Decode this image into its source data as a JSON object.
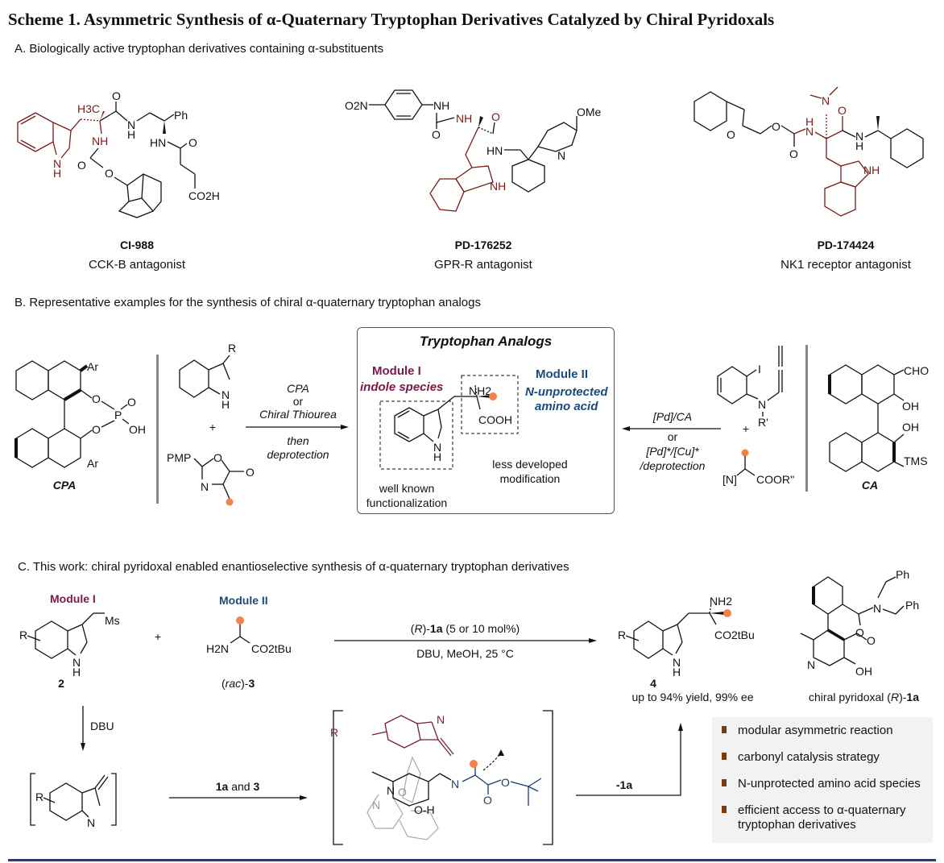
{
  "title": "Scheme 1. Asymmetric Synthesis of α-Quaternary Tryptophan Derivatives Catalyzed by Chiral Pyridoxals",
  "sections": {
    "A": {
      "heading": "A. Biologically active  tryptophan derivatives containing α-substituents",
      "compounds": [
        {
          "name": "CI-988",
          "description": "CCK-B antagonist",
          "atoms": {
            "h3c": "H3C",
            "o1": "O",
            "nh": "NH",
            "n_amide": "N",
            "h_amide": "H",
            "ph": "Ph",
            "hn": "HN",
            "o2": "O",
            "o3": "O",
            "o4": "O",
            "co2h": "CO2H",
            "indole_n": "N",
            "indole_h": "H"
          }
        },
        {
          "name": "PD-176252",
          "description": "GPR-R antagonist",
          "atoms": {
            "o2n": "O2N",
            "nh1": "NH",
            "nh2": "NH",
            "o1": "O",
            "o2": "O",
            "hn": "HN",
            "ome": "OMe",
            "n_pyr": "N",
            "indole_nh": "NH"
          }
        },
        {
          "name": "PD-174424",
          "description": "NK1 receptor antagonist",
          "atoms": {
            "nme2": "N",
            "h": "H",
            "n": "N",
            "o1": "O",
            "o2": "O",
            "o3": "O",
            "nh_amide": "N",
            "h_amide": "H",
            "o_furan": "O",
            "indole_nh": "NH"
          }
        }
      ]
    },
    "B": {
      "heading": "B. Representative examples for the synthesis of chiral α-quaternary tryptophan analogs",
      "cpa": {
        "label": "CPA",
        "ar_top": "Ar",
        "ar_bottom": "Ar",
        "o1": "O",
        "o2": "O",
        "p": "P",
        "o_dbl": "O",
        "oh": "OH"
      },
      "left_reagents": {
        "r": "R",
        "n": "N",
        "h": "H",
        "plus": "+",
        "pmp": "PMP",
        "o_ring": "O",
        "n_ring": "N",
        "o_keto": "O"
      },
      "left_arrow": {
        "above_1": "CPA",
        "above_2": "or",
        "above_3": "Chiral Thiourea",
        "below_1": "then",
        "below_2": "deprotection"
      },
      "box": {
        "title": "Tryptophan Analogs",
        "module1_title": "Module I",
        "module1_sub": "indole species",
        "module2_title": "Module II",
        "module2_sub1": "N-unprotected",
        "module2_sub2": "amino acid",
        "nh2": "NH2",
        "cooh": "COOH",
        "indole_n": "N",
        "indole_h": "H",
        "left_note_1": "well known",
        "left_note_2": "functionalization",
        "right_note_1": "less developed",
        "right_note_2": "modification"
      },
      "right_arrow": {
        "above_1": "[Pd]/CA",
        "below_1": "or",
        "below_2": "[Pd]*/[Cu]*",
        "below_3": "/deprotection"
      },
      "right_reagents": {
        "i": "I",
        "n": "N",
        "r_prime": "R'",
        "plus": "+",
        "n_bracket": "[N]",
        "coor": "COOR''"
      },
      "ca": {
        "label": "CA",
        "cho": "CHO",
        "oh1": "OH",
        "oh2": "OH",
        "tms": "TMS"
      }
    },
    "C": {
      "heading": "C. This work: chiral pyridoxal enabled enantioselective synthesis of α-quaternary tryptophan derivatives",
      "module1_label": "Module I",
      "module2_label": "Module II",
      "compound2": {
        "label": "2",
        "ms": "Ms",
        "r": "R",
        "n": "N",
        "h": "H"
      },
      "plus": "+",
      "compound3": {
        "label_prefix": "(",
        "label_rac": "rac",
        "label_suffix": ")-",
        "label_num": "3",
        "h2n": "H2N",
        "co2tbu": "CO2tBu"
      },
      "main_arrow": {
        "above_prefix": "(",
        "above_r": "R",
        "above_mid": ")-",
        "above_cat": "1a",
        "above_suffix": " (5 or 10 mol%)",
        "below": "DBU, MeOH, 25 °C"
      },
      "product": {
        "label": "4",
        "yield": "up to 94% yield, 99% ee",
        "nh2": "NH2",
        "co2tbu": "CO2tBu",
        "r": "R",
        "n": "N",
        "h": "H"
      },
      "catalyst": {
        "label_prefix": "chiral pyridoxal (",
        "label_r": "R",
        "label_mid": ")-",
        "label_num": "1a",
        "ph1": "Ph",
        "ph2": "Ph",
        "n_amide": "N",
        "o_amide": "O",
        "n_pyr": "N",
        "o_ald": "O",
        "oh": "OH"
      },
      "dbu_arrow": "DBU",
      "intermediate": {
        "r": "R",
        "n": "N"
      },
      "mid_arrow": {
        "label_bold1": "1a",
        "label_mid": " and ",
        "label_bold2": "3"
      },
      "ts": {
        "r": "R",
        "n_top": "N",
        "n_pyr": "N",
        "o_amide": "O",
        "n_amide": "N",
        "n_imine": "N",
        "oh": "O-H",
        "o_ester": "O",
        "o_keto": "O"
      },
      "release_arrow": "-1a",
      "features": [
        "modular asymmetric reaction",
        "carbonyl catalysis strategy",
        "N-unprotected amino acid species",
        "efficient access to α-quaternary tryptophan derivatives"
      ]
    }
  },
  "colors": {
    "module1": "#7a1a4a",
    "module2": "#1d4a7e",
    "highlight_dot": "#f0824a",
    "tryptophan": "#7a1a1a",
    "rule": "#2e3a6e"
  }
}
